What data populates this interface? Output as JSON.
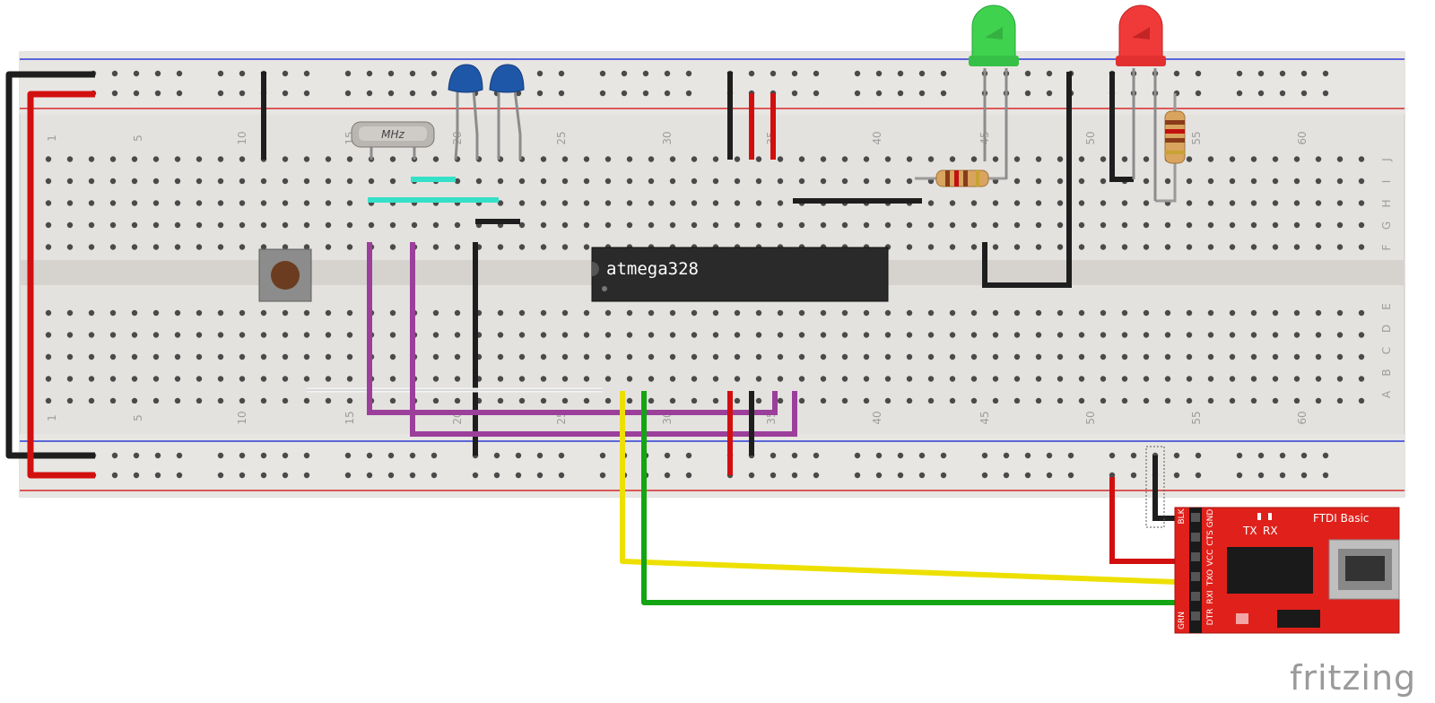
{
  "chip_label": "atmega328",
  "crystal_label": "MHz",
  "ftdi": {
    "title": "FTDI Basic",
    "tx": "TX",
    "rx": "RX",
    "pins": [
      "GND",
      "CTS",
      "VCC",
      "TXO",
      "RXI",
      "DTR"
    ],
    "grn": "GRN",
    "blk": "BLK"
  },
  "column_numbers": [
    "1",
    "5",
    "10",
    "15",
    "20",
    "25",
    "30",
    "35",
    "40",
    "45",
    "50",
    "55",
    "60"
  ],
  "row_letters_top": [
    "J",
    "I",
    "H",
    "G",
    "F"
  ],
  "row_letters_bottom": [
    "E",
    "D",
    "C",
    "B",
    "A"
  ],
  "brand": "fritzing",
  "colors": {
    "wire_black": "#1e1e1e",
    "wire_red": "#d20f0f",
    "wire_yellow": "#ede000",
    "wire_green": "#13a513",
    "wire_purple": "#9b3f9b",
    "wire_cyan": "#35e0c8",
    "wire_white": "#f0f0f0",
    "board": "#e4e2df",
    "ftdi_red": "#e0211b"
  }
}
